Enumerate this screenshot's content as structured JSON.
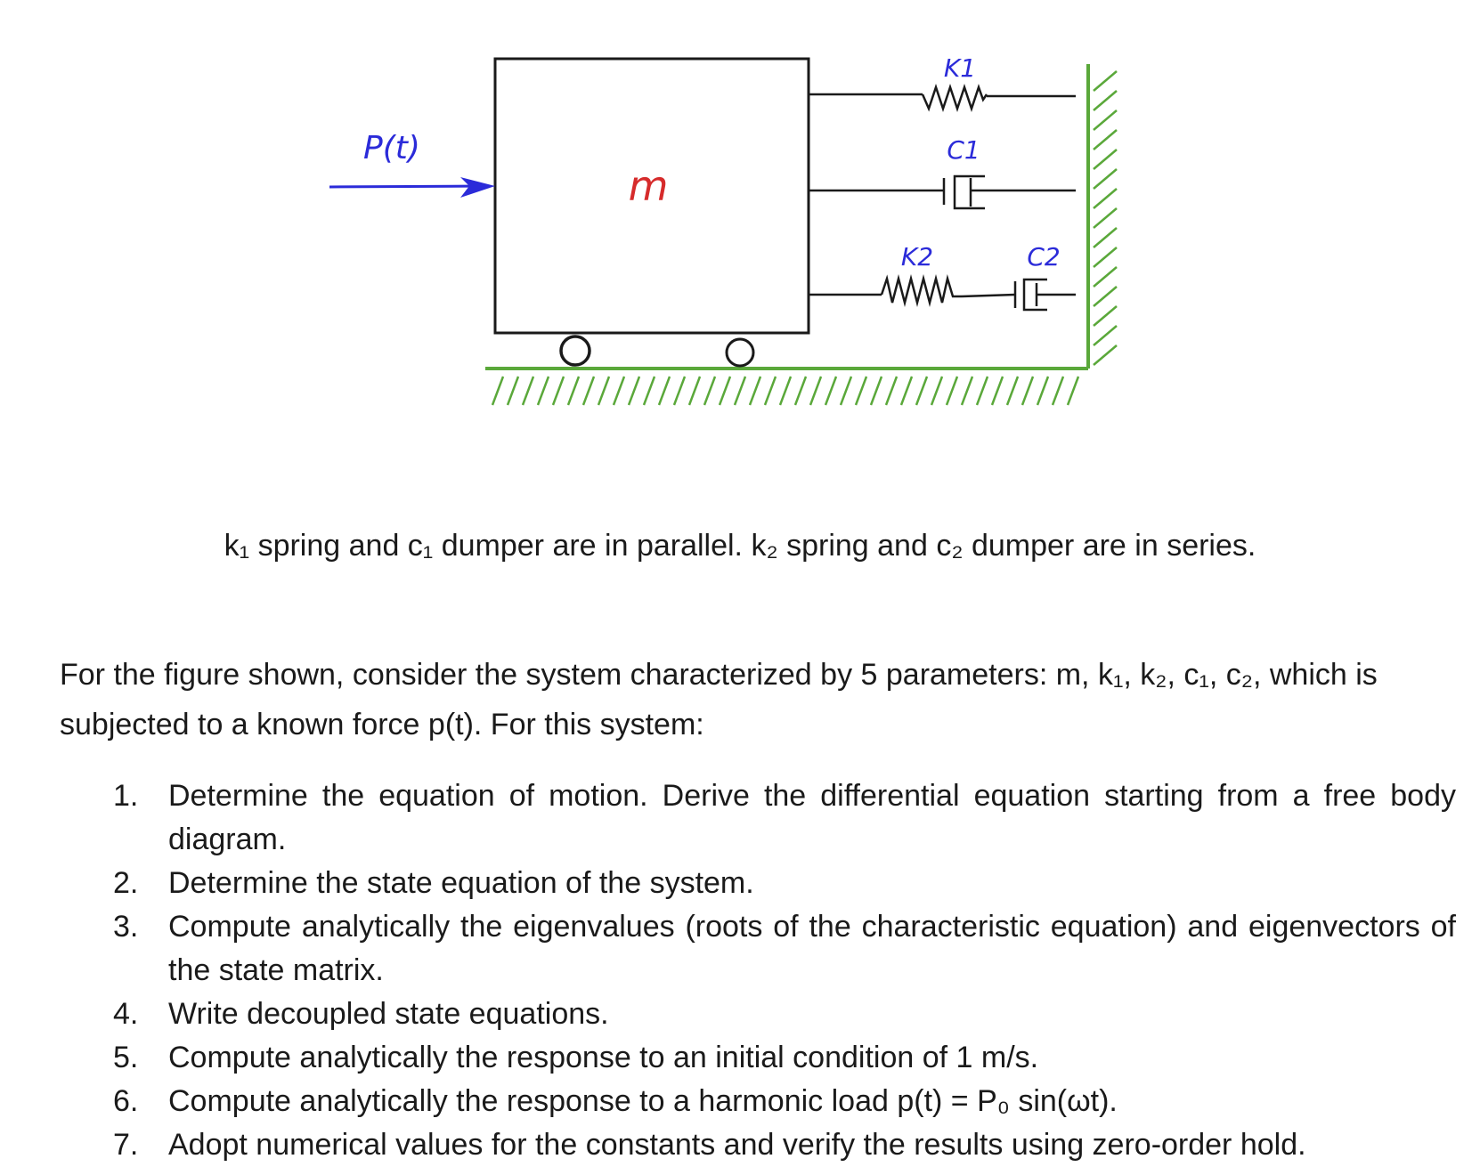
{
  "figure": {
    "force_label": "P(t)",
    "mass_label": "m",
    "k1_label": "K1",
    "c1_label": "C1",
    "k2_label": "K2",
    "c2_label": "C2",
    "colors": {
      "force": "#2b2bd9",
      "mass": "#d62b2b",
      "ground": "#5aa83a",
      "ink": "#1a1a1a"
    }
  },
  "caption": "k₁ spring and c₁ dumper are in parallel. k₂ spring and c₂ dumper are in series.",
  "intro": "For the figure shown, consider the system characterized by 5 parameters: m, k₁, k₂, c₁, c₂, which is subjected to a known force p(t). For this system:",
  "tasks": [
    {
      "num": "1.",
      "text": "Determine the equation of motion. Derive the differential equation starting from a free body diagram."
    },
    {
      "num": "2.",
      "text": "Determine the state equation of the system."
    },
    {
      "num": "3.",
      "text": "Compute analytically the eigenvalues (roots of the characteristic equation) and eigenvectors of the state matrix."
    },
    {
      "num": "4.",
      "text": "Write decoupled state equations."
    },
    {
      "num": "5.",
      "text": "Compute analytically the response to an initial condition of 1 m/s."
    },
    {
      "num": "6.",
      "text": "Compute analytically the response to a harmonic load p(t) = P₀ sin(ωt)."
    },
    {
      "num": "7.",
      "text": "Adopt numerical values for the constants and verify the results using zero-order hold."
    }
  ]
}
